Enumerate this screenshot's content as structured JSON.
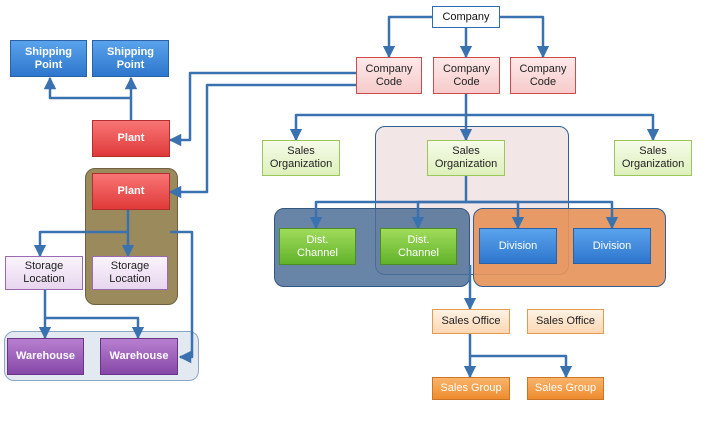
{
  "nodes": {
    "company": "Company",
    "company_code_1": "Company\nCode",
    "company_code_2": "Company\nCode",
    "company_code_3": "Company\nCode",
    "shipping_point_1": "Shipping\nPoint",
    "shipping_point_2": "Shipping\nPoint",
    "plant_1": "Plant",
    "plant_2": "Plant",
    "storage_location_1": "Storage\nLocation",
    "storage_location_2": "Storage\nLocation",
    "warehouse_1": "Warehouse",
    "warehouse_2": "Warehouse",
    "sales_org_1": "Sales\nOrganization",
    "sales_org_2": "Sales\nOrganization",
    "sales_org_3": "Sales\nOrganization",
    "dist_channel_1": "Dist.\nChannel",
    "dist_channel_2": "Dist.\nChannel",
    "division_1": "Division",
    "division_2": "Division",
    "sales_office_1": "Sales Office",
    "sales_office_2": "Sales Office",
    "sales_group_1": "Sales Group",
    "sales_group_2": "Sales Group"
  },
  "colors": {
    "connector": "#3a72b0",
    "group_plant": "#9a8a5c",
    "group_warehouse": "#e3e9f1",
    "group_sales_org": "#f3e6e6",
    "group_dist_channel": "#5f7fa3",
    "group_division": "#e59b66"
  }
}
